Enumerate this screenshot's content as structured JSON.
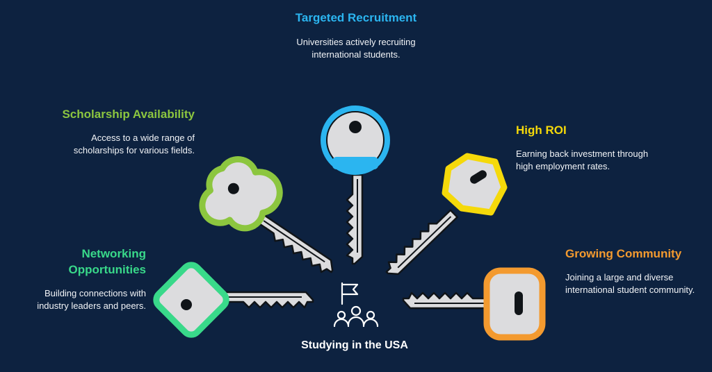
{
  "center": {
    "label": "Studying in the USA",
    "icon": "flag-people-icon"
  },
  "colors": {
    "background": "#0d2240",
    "key_body": "#dcdcde",
    "targeted_recruitment": "#2bb5f0",
    "scholarship_availability": "#8cc63f",
    "high_roi": "#f5d90a",
    "networking_opportunities": "#39d98a",
    "growing_community": "#f39a2f"
  },
  "benefits": [
    {
      "id": "targeted_recruitment",
      "title": "Targeted Recruitment",
      "description": "Universities actively recruiting international students."
    },
    {
      "id": "scholarship_availability",
      "title": "Scholarship Availability",
      "description": "Access to a wide range of scholarships for various fields."
    },
    {
      "id": "high_roi",
      "title": "High ROI",
      "description": "Earning back investment through high employment rates."
    },
    {
      "id": "networking_opportunities",
      "title": "Networking Opportunities",
      "description": "Building connections with industry leaders and peers."
    },
    {
      "id": "growing_community",
      "title": "Growing Community",
      "description": "Joining a large and diverse international student community."
    }
  ]
}
